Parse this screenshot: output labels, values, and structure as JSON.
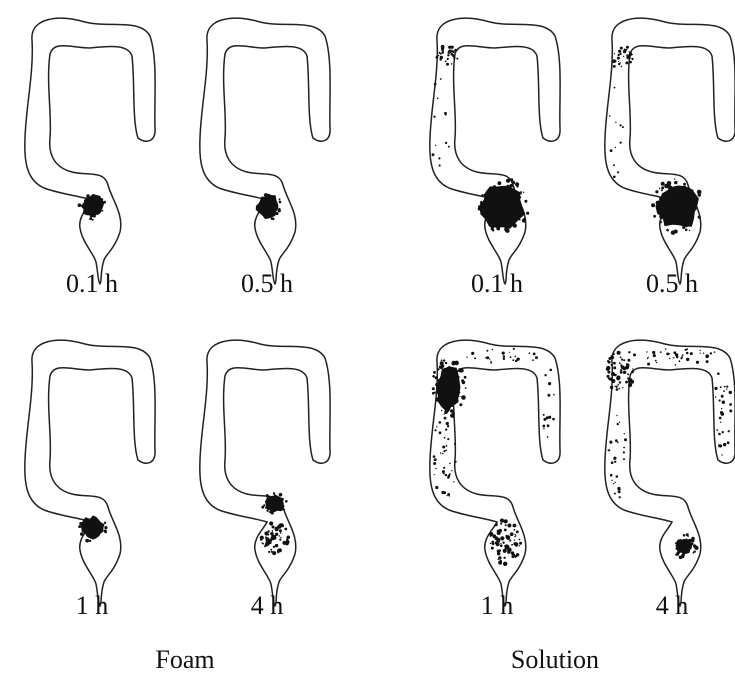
{
  "style": {
    "ink": "#111111",
    "outline": "#222222",
    "background": "#ffffff"
  },
  "groups": [
    {
      "label": "Foam",
      "panels": [
        {
          "time": "0.1 h",
          "pattern": "rectum-small"
        },
        {
          "time": "0.5 h",
          "pattern": "rectum-small"
        },
        {
          "time": "1 h",
          "pattern": "rectum-small"
        },
        {
          "time": "4 h",
          "pattern": "rectum-sigmoid"
        }
      ]
    },
    {
      "label": "Solution",
      "panels": [
        {
          "time": "0.1 h",
          "pattern": "rectum-large-descending"
        },
        {
          "time": "0.5 h",
          "pattern": "rectum-large-descending"
        },
        {
          "time": "1 h",
          "pattern": "spread-descending"
        },
        {
          "time": "4 h",
          "pattern": "spread-whole-colon"
        }
      ]
    }
  ]
}
